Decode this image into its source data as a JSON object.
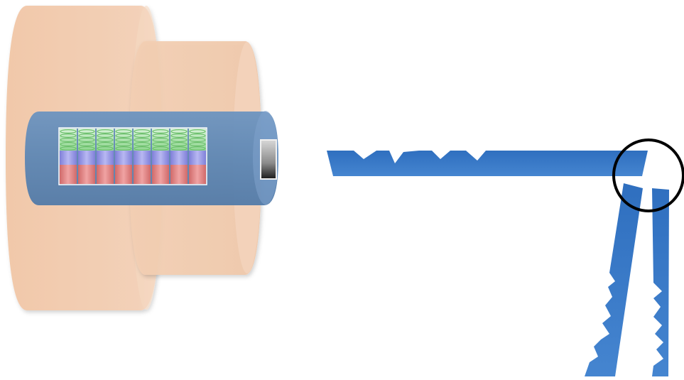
{
  "diagram": {
    "title": "",
    "components": [
      {
        "name": "outer-lock-housing",
        "color": "#f0c4a4"
      },
      {
        "name": "lock-plug-cylinder",
        "color": "#f2cdb3"
      },
      {
        "name": "keyway-channel",
        "color": "#5b86b4"
      },
      {
        "name": "pin-stack-row",
        "count": 8,
        "colors": {
          "spring": "#8fd68f",
          "driver-pin": "#9a9ae6",
          "key-pin": "#e08080"
        }
      },
      {
        "name": "keyway-slot",
        "color": "#6f6f6f"
      },
      {
        "name": "flat-key",
        "color": "#3a78c4"
      },
      {
        "name": "bent-key-pieces",
        "color": "#3a78c4",
        "count": 2
      },
      {
        "name": "highlight-circle",
        "color": "#000000"
      }
    ]
  }
}
